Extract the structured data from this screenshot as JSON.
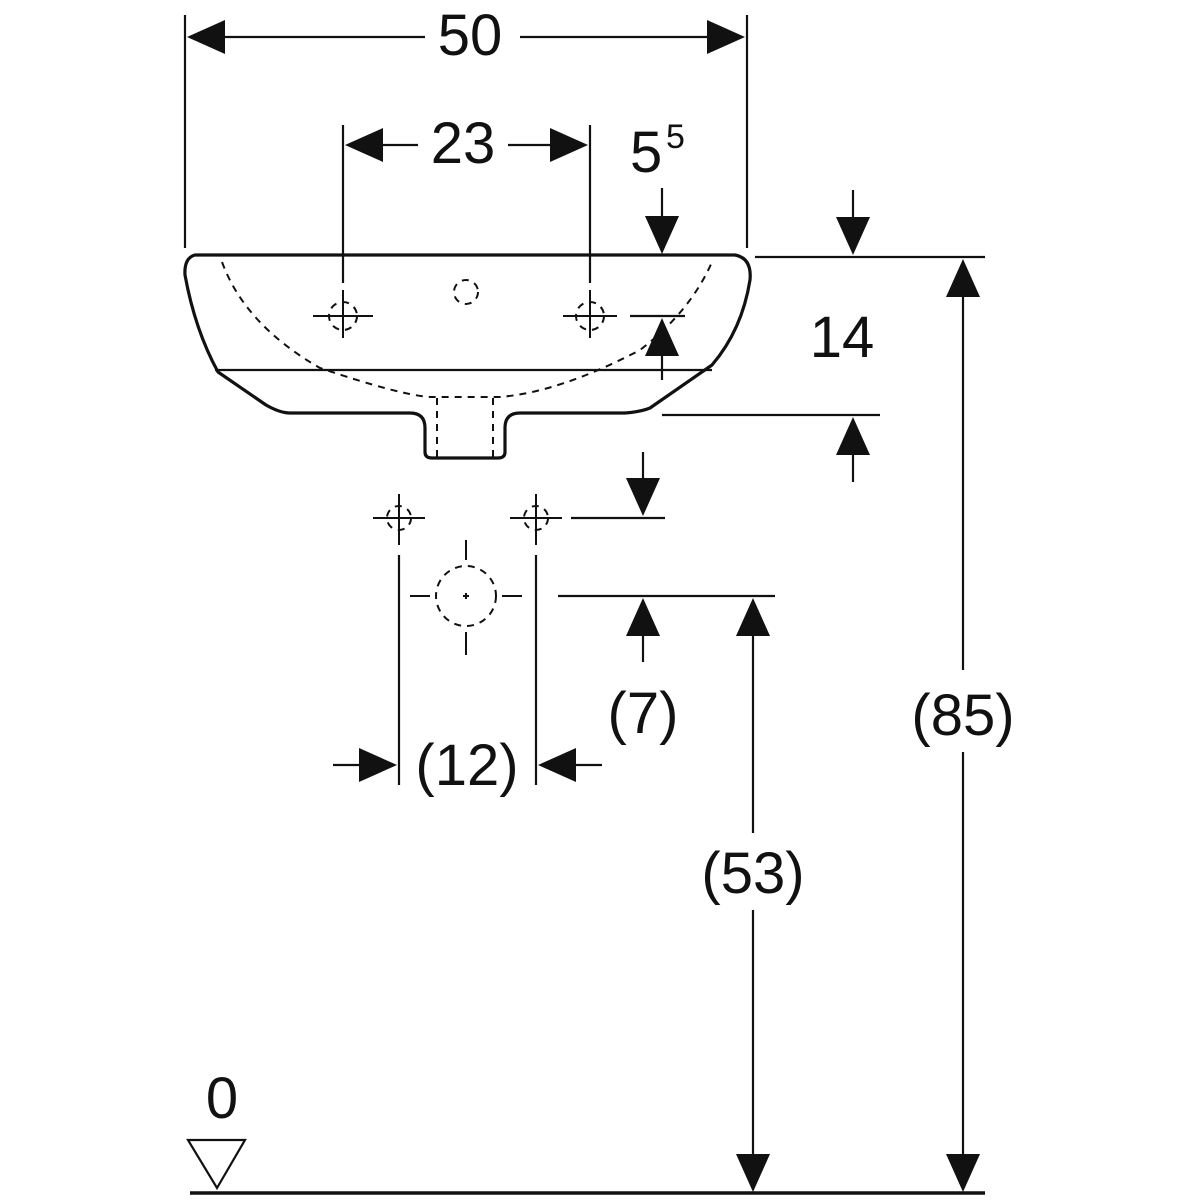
{
  "dimensions": {
    "overall_width": "50",
    "tap_hole_spacing": "23",
    "rim_to_tap_main": "5",
    "rim_to_tap_sup": "5",
    "basin_height": "14",
    "supply_spacing": "(12)",
    "supply_to_waste": "(7)",
    "waste_height": "(53)",
    "rim_height": "(85)",
    "floor_level": "0"
  },
  "colors": {
    "line": "#111111",
    "background": "#ffffff"
  }
}
